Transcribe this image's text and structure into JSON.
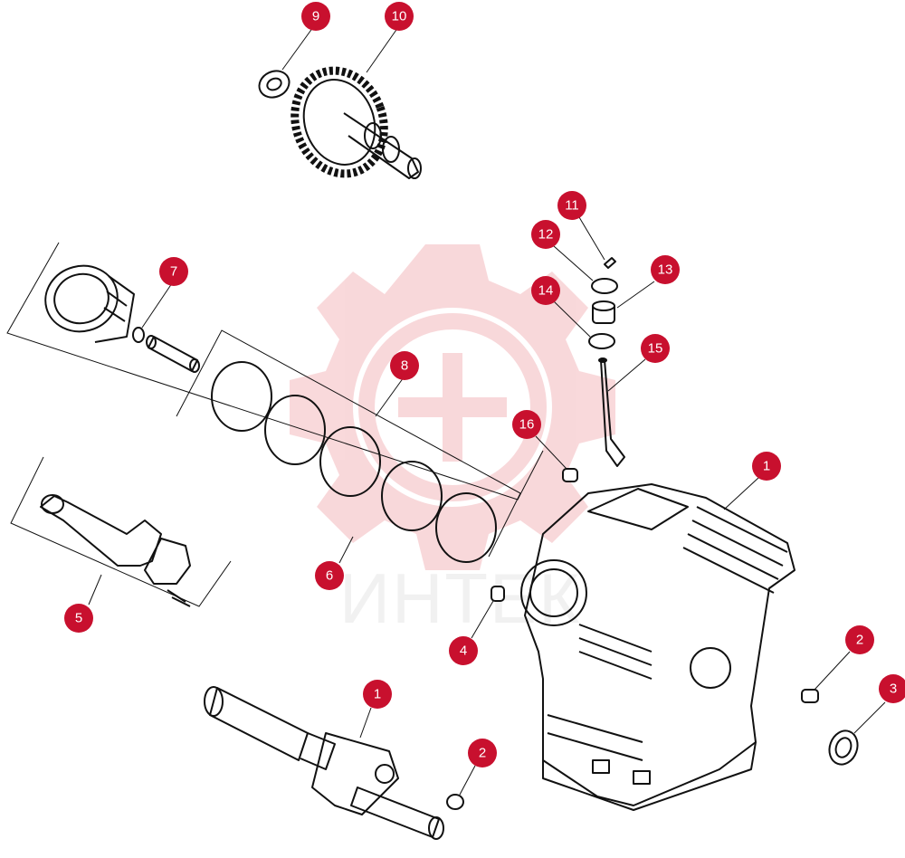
{
  "watermark": {
    "text": "ИНТЕК",
    "color": "#f4b9bd"
  },
  "accent_color": "#c8102e",
  "callouts": [
    {
      "id": "c9",
      "number": "9"
    },
    {
      "id": "c10",
      "number": "10"
    },
    {
      "id": "c11",
      "number": "11"
    },
    {
      "id": "c12",
      "number": "12"
    },
    {
      "id": "c13",
      "number": "13"
    },
    {
      "id": "c14",
      "number": "14"
    },
    {
      "id": "c15",
      "number": "15"
    },
    {
      "id": "c16",
      "number": "16"
    },
    {
      "id": "c7",
      "number": "7"
    },
    {
      "id": "c8",
      "number": "8"
    },
    {
      "id": "c6",
      "number": "6"
    },
    {
      "id": "c5",
      "number": "5"
    },
    {
      "id": "c4",
      "number": "4"
    },
    {
      "id": "c1a",
      "number": "1"
    },
    {
      "id": "c1b",
      "number": "1"
    },
    {
      "id": "c2a",
      "number": "2"
    },
    {
      "id": "c2b",
      "number": "2"
    },
    {
      "id": "c3",
      "number": "3"
    }
  ]
}
